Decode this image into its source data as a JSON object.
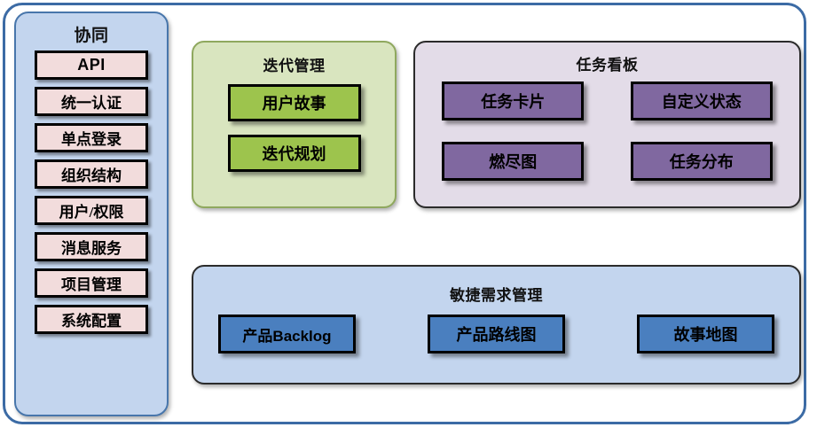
{
  "diagram": {
    "title_colors": {
      "frame_border": "#3c6ba5",
      "sidebar_bg": "#c3d5ee",
      "sidebar_border": "#4876ab",
      "chip_bg": "#f2dcdc",
      "iteration_bg": "#d9e5bf",
      "iteration_border": "#8fa85e",
      "green_btn": "#9dc44d",
      "taskboard_bg": "#e3dce8",
      "purple_btn": "#8068a0",
      "agile_bg": "#c3d5ee",
      "blue_btn": "#4a7fbf",
      "node_border": "#000000"
    }
  },
  "sidebar": {
    "title": "协同",
    "items": [
      {
        "label": "API"
      },
      {
        "label": "统一认证"
      },
      {
        "label": "单点登录"
      },
      {
        "label": "组织结构"
      },
      {
        "label": "用户/权限"
      },
      {
        "label": "消息服务"
      },
      {
        "label": "项目管理"
      },
      {
        "label": "系统配置"
      }
    ]
  },
  "iteration": {
    "title": "迭代管理",
    "items": [
      {
        "label": "用户故事"
      },
      {
        "label": "迭代规划"
      }
    ]
  },
  "taskboard": {
    "title": "任务看板",
    "items": [
      {
        "label": "任务卡片"
      },
      {
        "label": "自定义状态"
      },
      {
        "label": "燃尽图"
      },
      {
        "label": "任务分布"
      }
    ]
  },
  "agile": {
    "title": "敏捷需求管理",
    "items": [
      {
        "label": "产品Backlog"
      },
      {
        "label": "产品路线图"
      },
      {
        "label": "故事地图"
      }
    ]
  }
}
